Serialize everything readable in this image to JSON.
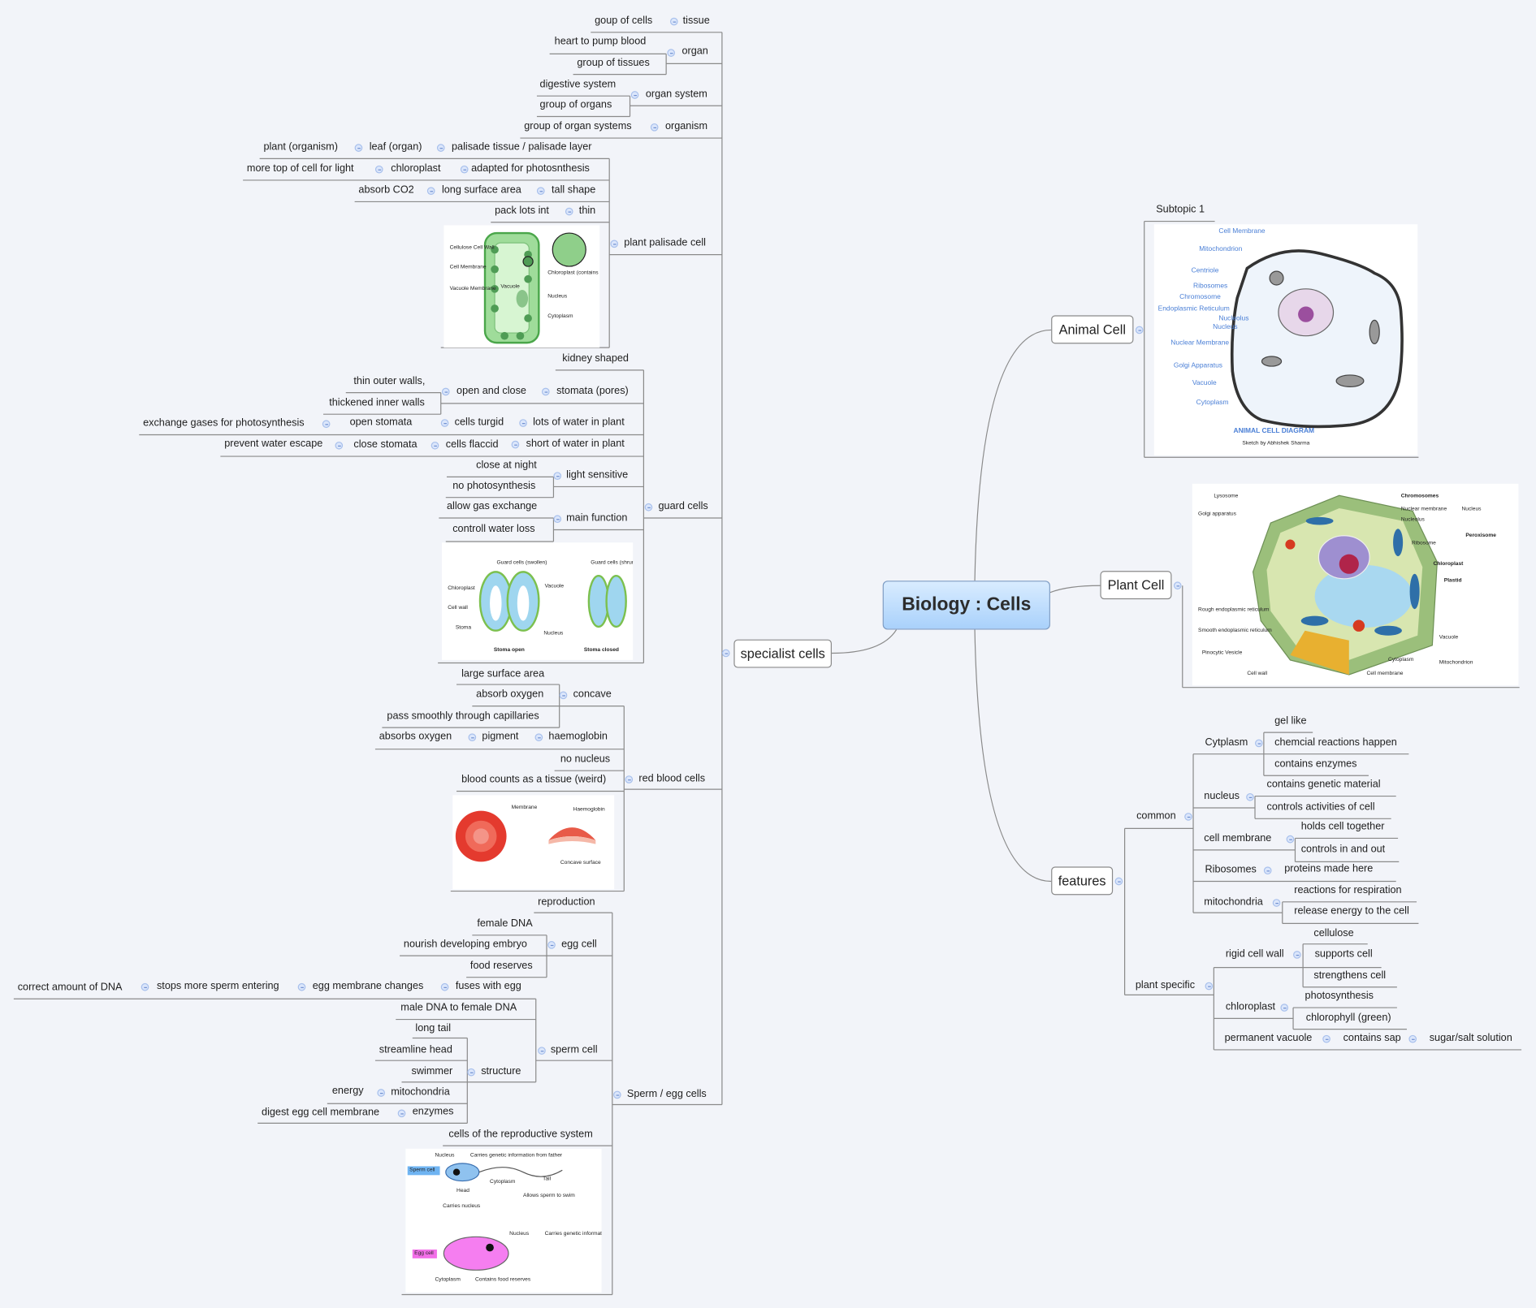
{
  "central_topic": "Biology : Cells",
  "specialist_cells": {
    "label": "specialist cells",
    "levels": [
      "goup of cells",
      "tissue",
      "heart to pump blood",
      "organ",
      "group of tissues",
      "digestive system",
      "organ system",
      "group of organs",
      "group of organ systems",
      "organism"
    ],
    "plant_palisade_cell": {
      "label": "plant palisade cell",
      "items": [
        "plant (organism)",
        "leaf (organ)",
        "palisade tissue / palisade layer",
        "more top of cell for light",
        "chloroplast",
        "adapted for photosnthesis",
        "absorb CO2",
        "long surface area",
        "tall shape",
        "pack lots int",
        "thin"
      ],
      "image_labels": [
        "Cellulose Cell Wall",
        "Cell Membrane",
        "Vacuole Membrane",
        "Vacuole",
        "Chloroplast (contains chlorophyll)",
        "Nucleus",
        "Cytoplasm"
      ]
    },
    "guard_cells": {
      "label": "guard cells",
      "items": [
        "kidney shaped",
        "stomata (pores)",
        "open and close",
        "thin outer walls,",
        "thickened inner walls",
        "lots of water in plant",
        "cells turgid",
        "open stomata",
        "exchange gases for photosynthesis",
        "short of water in plant",
        "cells flaccid",
        "close stomata",
        "prevent water escape",
        "light sensitive",
        "close at night",
        "no photosynthesis",
        "main function",
        "allow gas exchange",
        "controll water loss"
      ],
      "image_labels": [
        "Guard cells (swollen)",
        "Guard cells (shrunken)",
        "Chloroplast",
        "Vacuole",
        "Cell wall",
        "Stoma",
        "Nucleus",
        "Stoma open",
        "Stoma closed"
      ]
    },
    "red_blood_cells": {
      "label": "red blood cells",
      "items": [
        "concave",
        "large surface area",
        "absorb oxygen",
        "pass smoothly through capillaries",
        "haemoglobin",
        "pigment",
        "absorbs oxygen",
        "no nucleus",
        "blood counts as a tissue (weird)"
      ],
      "image_labels": [
        "Membrane",
        "Haemoglobin",
        "Concave surface"
      ]
    },
    "sperm_egg_cells": {
      "label": "Sperm / egg cells",
      "items": [
        "reproduction",
        "egg cell",
        "female DNA",
        "nourish developing embryo",
        "food reserves",
        "sperm cell",
        "fuses with egg",
        "egg membrane changes",
        "stops more sperm entering",
        "correct amount of DNA",
        "male DNA to female DNA",
        "structure",
        "long tail",
        "streamline head",
        "swimmer",
        "mitochondria",
        "energy",
        "enzymes",
        "digest egg cell membrane",
        "cells of the reproductive system"
      ],
      "image_labels": [
        "Nucleus",
        "Carries genetic information from father",
        "Sperm cell",
        "Cytoplasm",
        "Tail",
        "Allows sperm to swim",
        "Head",
        "Carries nucleus",
        "Nucleus",
        "Carries genetic information from mother",
        "Egg cell",
        "Cytoplasm",
        "Contains food reserves"
      ]
    }
  },
  "animal_cell": {
    "label": "Animal Cell",
    "subtopic": "Subtopic 1",
    "image_labels": [
      "Cell Membrane",
      "Mitochondrion",
      "Centriole",
      "Ribosomes",
      "Chromosome",
      "Endoplasmic Reticulum",
      "Nucleolus",
      "Nucleus",
      "Nuclear Membrane",
      "Golgi Apparatus",
      "Vacuole",
      "Cytoplasm",
      "ANIMAL CELL DIAGRAM",
      "Sketch by Abhishek Sharma"
    ]
  },
  "plant_cell": {
    "label": "Plant Cell",
    "image_labels": [
      "Lysosome",
      "Golgi apparatus",
      "Chromosomes",
      "Nuclear membrane",
      "Nucleolus",
      "Nucleus",
      "Ribosome",
      "Peroxisome",
      "Chloroplast",
      "Plastid",
      "Rough endoplasmic reticulum",
      "Smooth endoplasmic reticulum",
      "Pinocytic Vesicle",
      "Cell wall",
      "Cell membrane",
      "Cytoplasm",
      "Vacuole",
      "Mitochondrion"
    ]
  },
  "features": {
    "label": "features",
    "common": {
      "label": "common",
      "items": [
        "Cytplasm",
        "gel like",
        "chemcial reactions happen",
        "contains enzymes",
        "nucleus",
        "contains genetic material",
        "controls activities of cell",
        "cell membrane",
        "holds cell together",
        "controls in and out",
        "Ribosomes",
        "proteins made here",
        "mitochondria",
        "reactions for respiration",
        "release energy to the cell"
      ]
    },
    "plant_specific": {
      "label": "plant specific",
      "items": [
        "rigid cell wall",
        "cellulose",
        "supports cell",
        "strengthens cell",
        "chloroplast",
        "photosynthesis",
        "chlorophyll (green)",
        "permanent vacuole",
        "contains sap",
        "sugar/salt solution"
      ]
    }
  },
  "colors": {
    "central_fill": "#b9dcfd",
    "line": "#8a8a8a",
    "collapse": "#a8c0ec",
    "background": "#f2f4f9"
  }
}
